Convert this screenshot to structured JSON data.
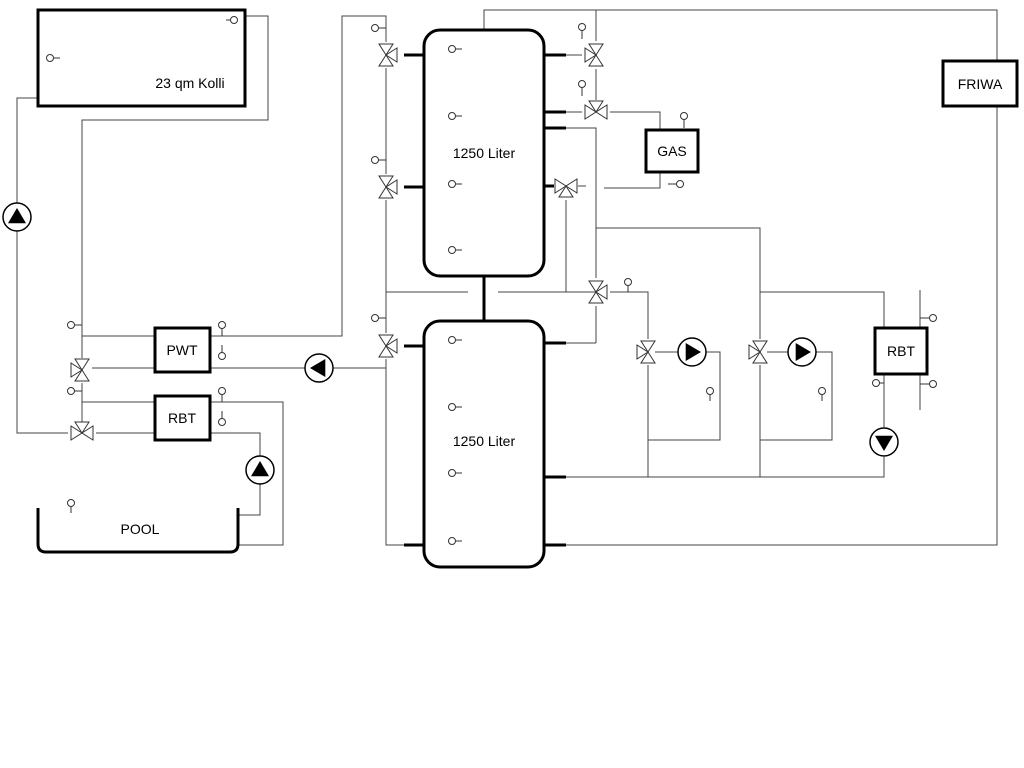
{
  "labels": {
    "collector": "23 qm Kolli",
    "tank_top": "1250 Liter",
    "tank_bottom": "1250 Liter",
    "gas": "GAS",
    "friwa": "FRIWA",
    "pwt": "PWT",
    "rbt_left": "RBT",
    "rbt_right": "RBT",
    "pool": "POOL"
  },
  "colors": {
    "line": "#000000",
    "pipe": "#444444",
    "background": "#ffffff"
  }
}
